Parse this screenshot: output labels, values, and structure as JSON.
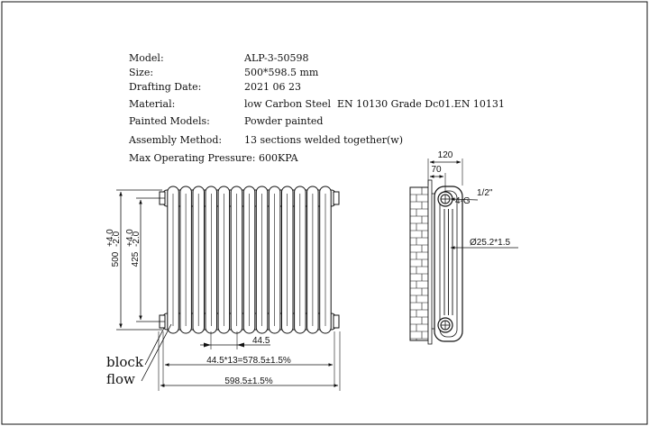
{
  "specs": {
    "model_label": "Model:",
    "model_value": "ALP-3-50598",
    "size_label": "Size:",
    "size_value": "500*598.5 mm",
    "date_label": "Drafting Date:",
    "date_value": "2021 06 23",
    "material_label": "Material:",
    "material_value": "low Carbon Steel  EN 10130 Grade Dc01.EN 10131",
    "painted_label": "Painted Models:",
    "painted_value": "Powder painted",
    "assembly_label": "Assembly Method:",
    "assembly_value": "13 sections welded together(w)",
    "pressure_line": "Max Operating Pressure: 600KPA"
  },
  "front_view": {
    "section_count": 13,
    "dim_height_outer": "500",
    "dim_height_outer_tol_plus": "+4.0",
    "dim_height_outer_tol_minus": "-2.0",
    "dim_height_inner": "425",
    "dim_height_inner_tol_plus": "+4.0",
    "dim_height_inner_tol_minus": "-2.0",
    "dim_pitch": "44.5",
    "dim_centers": "44.5*13=578.5±1.5%",
    "dim_overall": "598.5±1.5%",
    "label_block": "block",
    "label_flow": "flow"
  },
  "side_view": {
    "dim_depth": "120",
    "dim_offset": "70",
    "dim_connection": "4-G",
    "dim_connection_sup": "1/2\"",
    "dim_tube": "Ø25.2*1.5"
  }
}
